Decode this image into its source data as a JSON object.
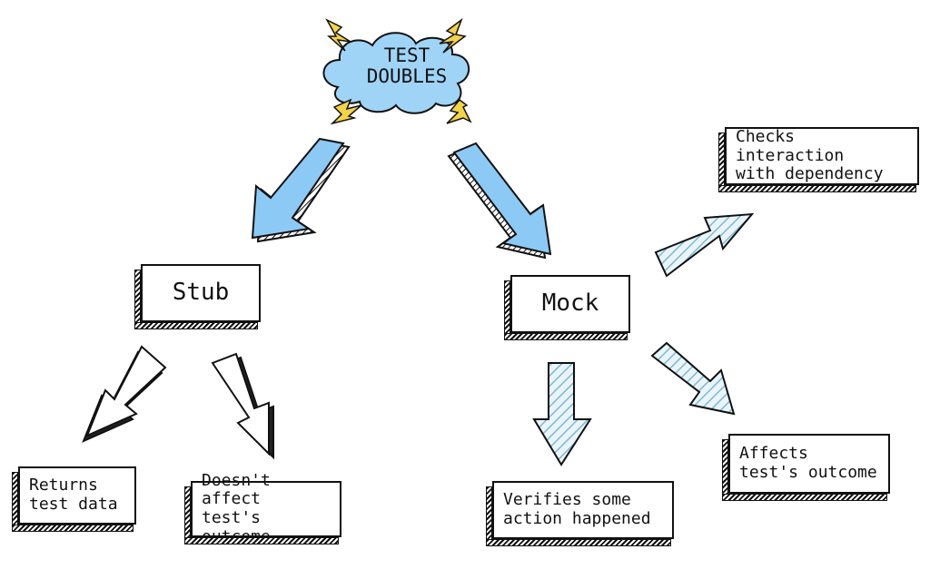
{
  "title": "TEST\nDOUBLES",
  "nodes": {
    "stub": "Stub",
    "mock": "Mock",
    "stub_returns": "Returns\ntest data",
    "stub_no_affect": "Doesn't affect\ntest's outcome",
    "mock_verifies": "Verifies some\naction happened",
    "mock_affects": "Affects\ntest's outcome",
    "mock_checks": "Checks interaction\nwith dependency"
  },
  "colors": {
    "cloud": "#9fd4f7",
    "blue_arrow": "#8ccaf5",
    "hatch_arrow": "#7fb7d2",
    "lightning": "#f2d34a",
    "ink": "#111111"
  }
}
